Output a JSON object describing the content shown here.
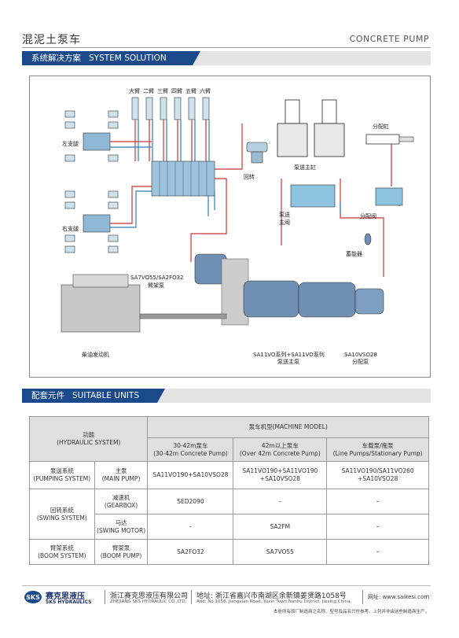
{
  "header": {
    "title_cn": "混泥土泵车",
    "title_en": "CONCRETE PUMP"
  },
  "section1": {
    "title_cn": "系统解决方案",
    "title_en": "SYSTEM SOLUTION"
  },
  "section2": {
    "title_cn": "配套元件",
    "title_en": "SUITABLE UNITS"
  },
  "diagram": {
    "arms": [
      "大臂",
      "二臂",
      "三臂",
      "四臂",
      "五臂",
      "六臂"
    ],
    "left_leg": "左支腿",
    "right_leg": "右支腿",
    "swing": "回转",
    "pump_cyl": "泵送主缸",
    "pump_valve_1": "泵送",
    "pump_valve_2": "主阀",
    "dist_cyl": "分配缸",
    "dist_valve": "分配阀",
    "accumulator": "蓄能器",
    "boom_pump_1": "SA7VO55/SA2FO32",
    "boom_pump_2": "臂架泵",
    "engine": "柴油发动机",
    "main_pump_1": "SA11VO系列+SA11VO系列",
    "main_pump_2": "泵送主泵",
    "dist_pump_1": "SA10VSO28",
    "dist_pump_2": "分配泵"
  },
  "table": {
    "func_cn": "功能",
    "func_en": "(HYDRAULIC SYSTEM)",
    "model_header": "泵车机型(MACHINE MODEL)",
    "cols": [
      {
        "cn": "30-42m泵车",
        "en": "(30-42m Concrete Pump)"
      },
      {
        "cn": "42m以上泵车",
        "en": "(Over 42m Concrete Pump)"
      },
      {
        "cn": "车载泵/拖泵",
        "en": "(Line Pumps/Stationary Pump)"
      }
    ],
    "rows": [
      {
        "sys_cn": "泵送系统",
        "sys_en": "(PUMPING SYSTEM)",
        "part_cn": "主泵",
        "part_en": "(MAIN PUMP)",
        "v1": "SA11VO190+SA10VSO28",
        "v2a": "SA11VO190+SA11VO190",
        "v2b": "+SA10VSO28",
        "v3a": "SA11VO190/SA11VO260",
        "v3b": "+SA10VSO28"
      },
      {
        "sys_cn": "回转系统",
        "sys_en": "(SWING SYSTEM)",
        "part_cn": "减速机",
        "part_en": "(GEARBOX)",
        "v1": "SED2090",
        "v2": "–",
        "v3": "–"
      },
      {
        "part_cn": "马达",
        "part_en": "(SWING MOTOR)",
        "v1": "–",
        "v2": "SA2FM",
        "v3": "–"
      },
      {
        "sys_cn": "臂架系统",
        "sys_en": "(BOOM SYSTEM)",
        "part_cn": "臂架泵",
        "part_en": "(BOOM PUMP)",
        "v1": "SA2FO32",
        "v2": "SA7VO55",
        "v3": "–"
      }
    ]
  },
  "footer": {
    "brand_cn": "赛克思液压",
    "brand_en": "SKS HYDRAULICS",
    "company_cn": "浙江赛克思液压有限公司",
    "company_en": "ZHEJIANG SKS HYDRAULIC CO.,LTD.",
    "address_cn": "地址: 浙江省嘉兴市南湖区余新镇姜贤路1058号",
    "address_en": "Add: No.1058, Jiangxian Road, Yuxin Town,Nanhu District, Jiaxing,China.",
    "website": "网址: www.saikesi.com",
    "note": "本册所有原厂制造商之名称、型号及品名只作参考。上列并非由这些制造商生产。"
  }
}
